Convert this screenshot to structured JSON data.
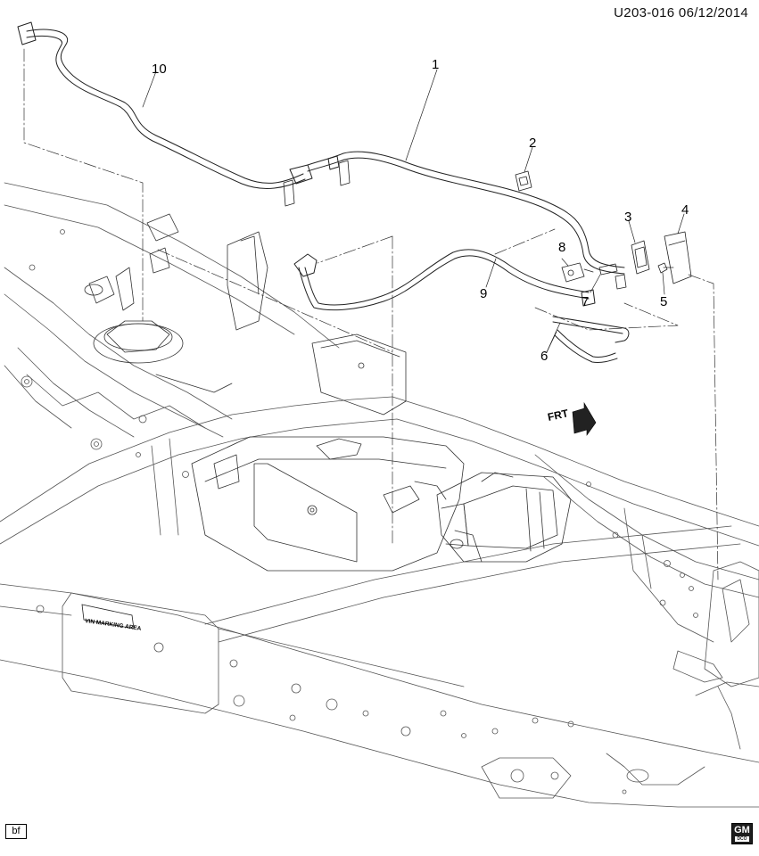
{
  "header": {
    "code": "U203-016  06/12/2014"
  },
  "callouts": {
    "c1": "1",
    "c2": "2",
    "c3": "3",
    "c4": "4",
    "c5": "5",
    "c6": "6",
    "c7": "7",
    "c8": "8",
    "c9": "9",
    "c10": "10"
  },
  "labels": {
    "vin_marking": "VIN MARKING AREA",
    "front_indicator": "FRT"
  },
  "footer": {
    "badge": "bf",
    "logo_text": "GM",
    "logo_sub": "DCO"
  }
}
